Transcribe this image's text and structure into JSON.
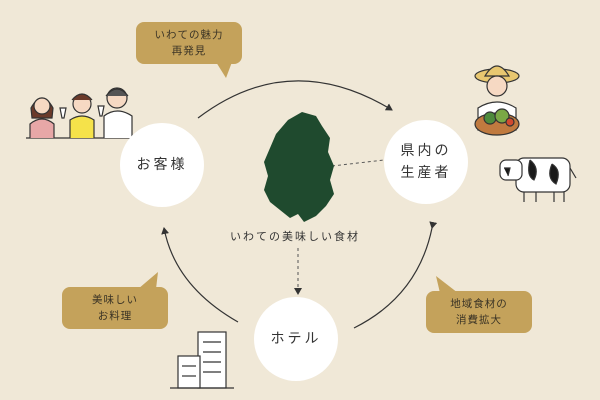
{
  "colors": {
    "background": "#f0e8d7",
    "node_fill": "#ffffff",
    "bubble_fill": "#c4a25b",
    "map_fill": "#1f4a2e",
    "arrow": "#333333",
    "cow_patch": "#1a1a1a"
  },
  "nodes": {
    "customer": "お客様",
    "producer_line1": "県内の",
    "producer_line2": "生産者",
    "hotel": "ホテル"
  },
  "center": {
    "label": "いわての美味しい食材"
  },
  "bubbles": {
    "top": {
      "line1": "いわての魅力",
      "line2": "再発見"
    },
    "left": {
      "line1": "美味しい",
      "line2": "お料理"
    },
    "right": {
      "line1": "地域食材の",
      "line2": "消費拡大"
    }
  },
  "icons": {
    "family": "family-dining-icon",
    "farmer": "farmer-with-vegetables-icon",
    "cow": "cow-icon",
    "hotel": "hotel-building-icon",
    "map": "iwate-prefecture-map-icon"
  }
}
